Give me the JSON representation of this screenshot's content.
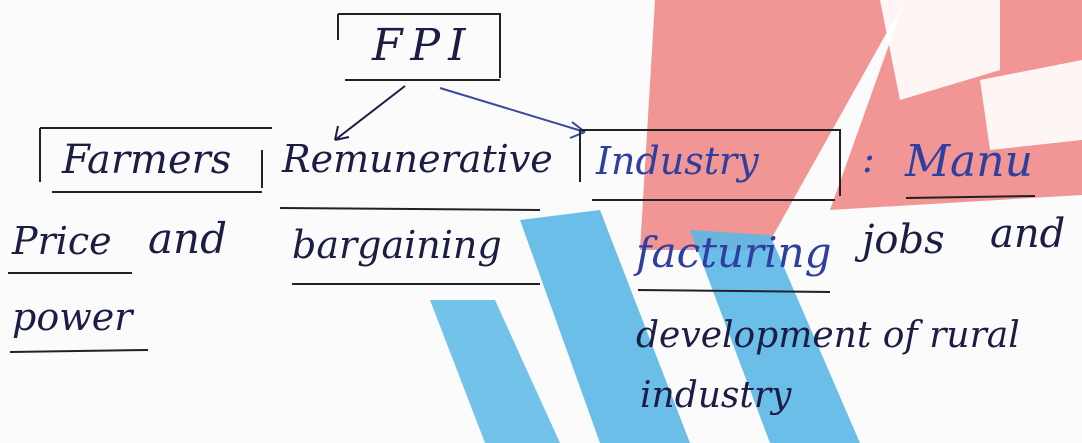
{
  "diagram": {
    "root": "FPI",
    "colon": ":",
    "farmers": {
      "label": "Farmers",
      "line1": "Remunerative",
      "line2_word1": "Price",
      "line2_word2": "and",
      "line2_word3": "bargaining",
      "line3": "power"
    },
    "industry": {
      "label": "Industry",
      "line1": "Manu",
      "line2_word1": "facturing",
      "line2_word2": "jobs",
      "line2_word3": "and",
      "line3": "development of rural",
      "line4": "industry"
    }
  },
  "colors": {
    "ink_dark": "#1b1d45",
    "ink_blue": "#2f3fa0",
    "watermark_red": "#f08b88",
    "watermark_blue": "#5bb7e6"
  }
}
